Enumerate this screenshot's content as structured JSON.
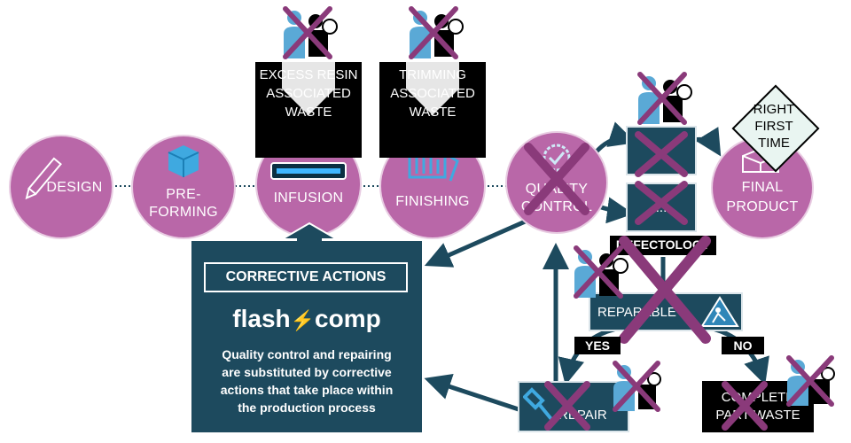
{
  "process_steps": [
    {
      "label": "DESIGN"
    },
    {
      "label_line1": "PRE-",
      "label_line2": "FORMING"
    },
    {
      "label": "INFUSION"
    },
    {
      "label": "FINISHING"
    },
    {
      "label_line1": "QUALITY",
      "label_line2": "CONTROL"
    },
    {
      "label_line1": "FINAL",
      "label_line2": "PRODUCT"
    }
  ],
  "waste_boxes": [
    {
      "line1": "EXCESS RESIN",
      "line2": "ASSOCIATED",
      "line3": "WASTE"
    },
    {
      "line1": "TRIMMING",
      "line2": "ASSOCIATED",
      "line3": "WASTE"
    }
  ],
  "right_first_time": {
    "line1": "RIGHT",
    "line2": "FIRST",
    "line3": "TIME"
  },
  "qc_boxes": {
    "pass_partial": "...",
    "fail_partial": "...",
    "defectology": "DEFECTOLOGY",
    "reparable": "REPARABLE"
  },
  "branches": {
    "yes": "YES",
    "no": "NO"
  },
  "repair": {
    "label": "REPAIR"
  },
  "complete_waste": {
    "line1": "COMPLETE",
    "line2": "PART WASTE"
  },
  "corrective": {
    "title": "CORRECTIVE ACTIONS",
    "brand_left": "flash",
    "brand_right": "comp",
    "desc_line1": "Quality control and repairing",
    "desc_line2": "are substituted by corrective",
    "desc_line3": "actions that take place within",
    "desc_line4": "the production process"
  },
  "colors": {
    "circle": "#b967a8",
    "dark": "#1d4a5e",
    "cross": "#8a3a7a",
    "person": "#5aa9d6"
  }
}
